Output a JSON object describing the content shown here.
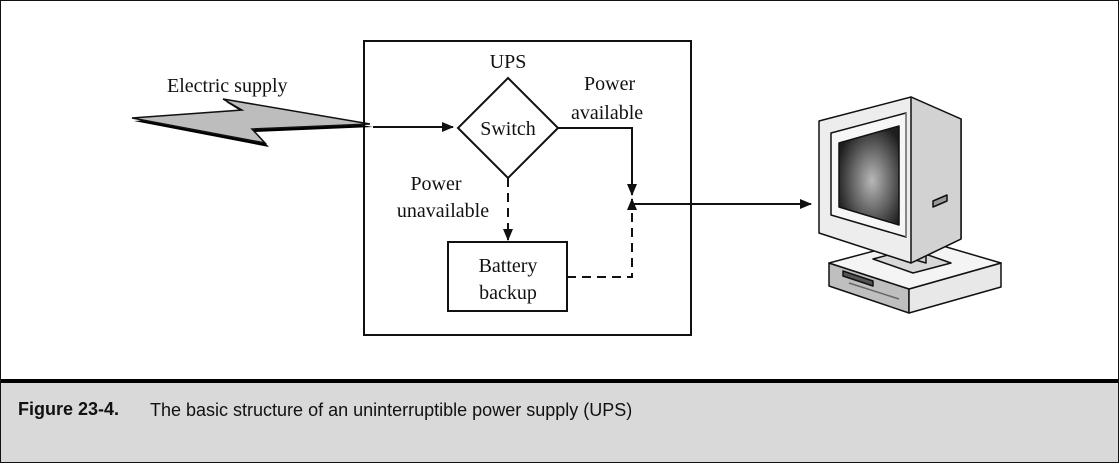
{
  "diagram": {
    "electric_supply_label": "Electric supply",
    "ups_label": "UPS",
    "switch_label": "Switch",
    "power_available_line1": "Power",
    "power_available_line2": "available",
    "power_unavailable_line1": "Power",
    "power_unavailable_line2": "unavailable",
    "battery_line1": "Battery",
    "battery_line2": "backup"
  },
  "caption": {
    "number": "Figure 23-4.",
    "text": "The basic structure of an uninterruptible power supply (UPS)"
  },
  "icons": {
    "lightning": "lightning-bolt-icon",
    "computer": "desktop-computer-icon"
  }
}
